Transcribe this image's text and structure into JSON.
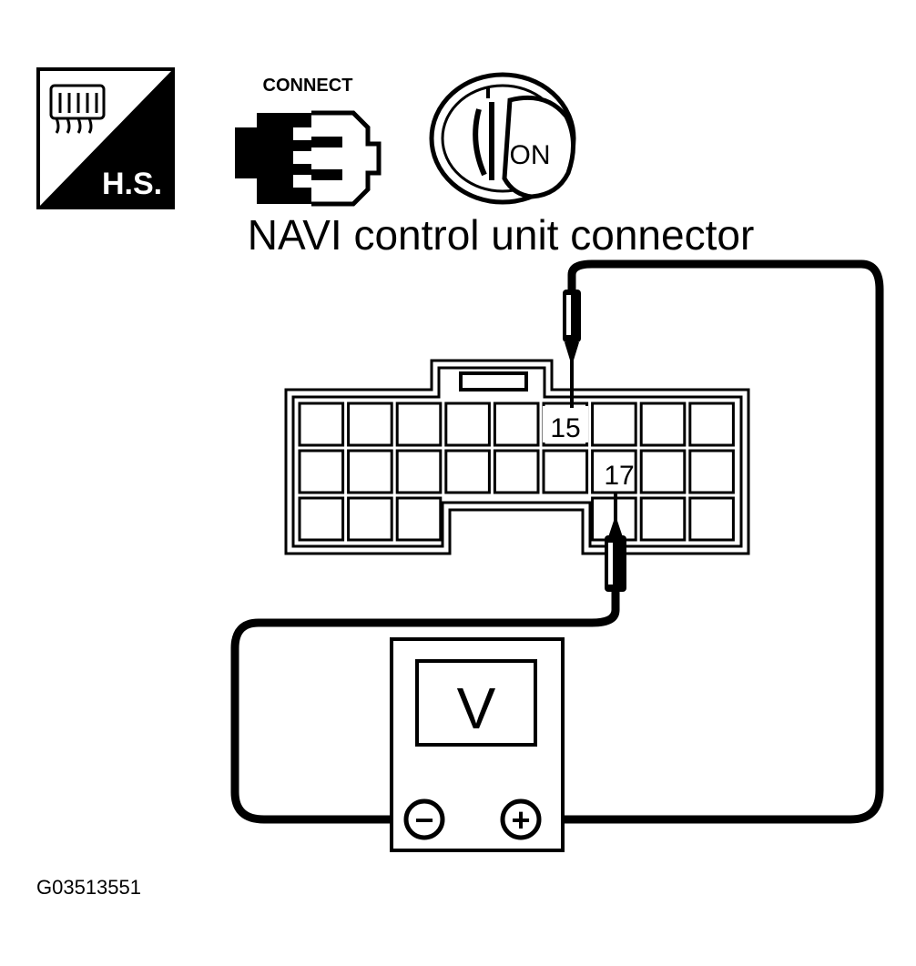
{
  "icons": {
    "hs_label": "H.S.",
    "connect_label": "CONNECT",
    "ignition_label": "ON"
  },
  "title": "NAVI control unit connector",
  "pins": {
    "upper": "15",
    "lower": "17"
  },
  "meter": {
    "display": "V",
    "negative": "−",
    "positive": "+"
  },
  "figure_id": "G03513551",
  "colors": {
    "ink": "#000000",
    "paper": "#ffffff"
  }
}
